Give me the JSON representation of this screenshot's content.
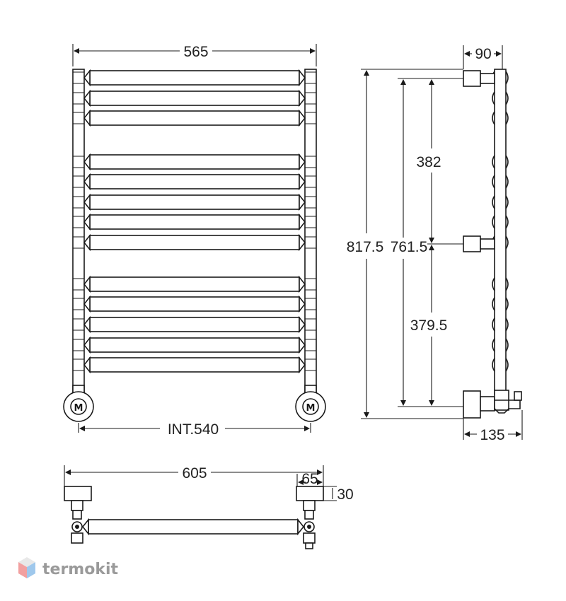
{
  "front_view": {
    "width_label": "565",
    "interaxis_label": "INT.540",
    "valve_mark": "M"
  },
  "side_view": {
    "depth_label": "90",
    "total_height_label": "817.5",
    "inner_height_label": "761.5",
    "upper_section_label": "382",
    "lower_section_label": "379.5",
    "valve_depth_label": "135"
  },
  "top_view": {
    "overall_width_label": "605",
    "bracket_width_label": "65",
    "bracket_depth_label": "30"
  },
  "brand": {
    "name": "termokit",
    "colors": [
      "#f2a0a0",
      "#e8e8e8",
      "#9fc8ec"
    ]
  }
}
